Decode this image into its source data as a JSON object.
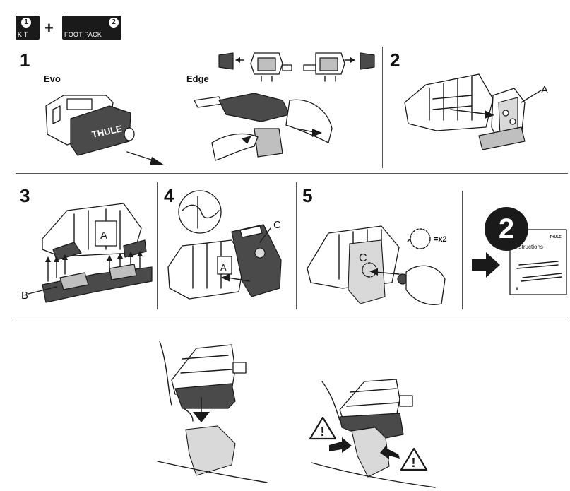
{
  "header": {
    "kit_badge": {
      "number": "1",
      "label": "KIT"
    },
    "plus": "+",
    "footpack_badge": {
      "number": "2",
      "label": "FOOT PACK"
    }
  },
  "steps": {
    "step1": {
      "number": "1",
      "evo_label": "Evo",
      "edge_label": "Edge",
      "logo_text": "THULE"
    },
    "step2": {
      "number": "2",
      "callout": "A"
    },
    "step3": {
      "number": "3",
      "callout": "B",
      "part_letter": "A"
    },
    "step4": {
      "number": "4",
      "callout": "C",
      "part_letter": "A"
    },
    "step5": {
      "number": "5",
      "part_letter": "C",
      "repeat_text": "=x2"
    },
    "next": {
      "number": "2",
      "doc_title": "Instructions",
      "doc_brand": "THULE"
    }
  },
  "bottom": {
    "warning_symbol": "!"
  },
  "colors": {
    "ink": "#1a1a1a",
    "mid_gray": "#bfbfbf",
    "dark_gray": "#4a4a4a",
    "light_gray": "#d9d9d9"
  }
}
